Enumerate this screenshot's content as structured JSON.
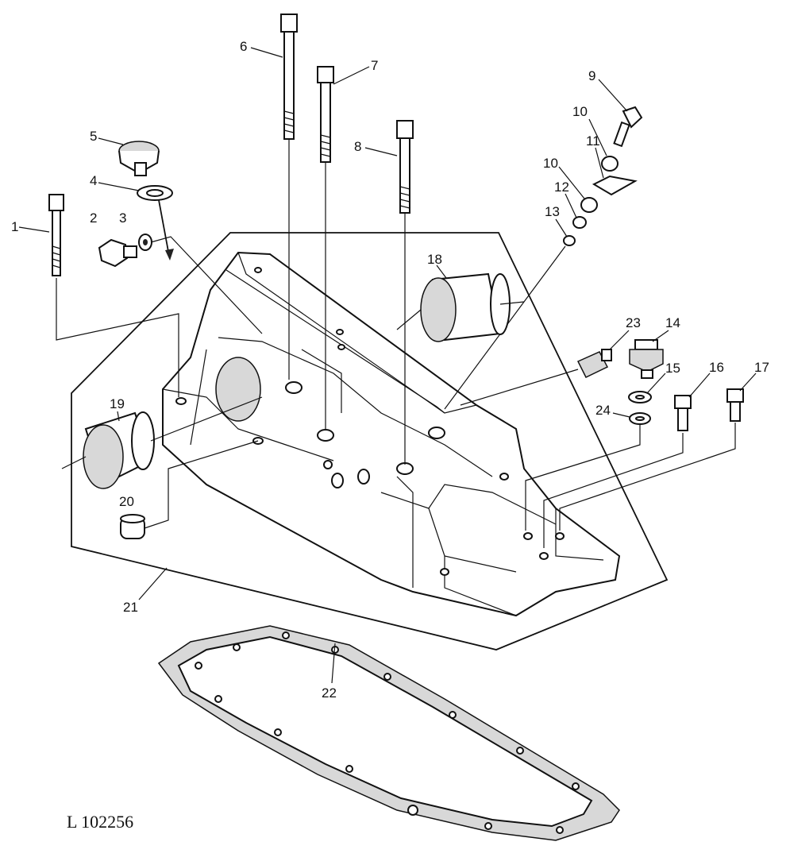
{
  "drawing_ref": "L 102256",
  "callouts": [
    "1",
    "2",
    "3",
    "4",
    "5",
    "6",
    "7",
    "8",
    "9",
    "10",
    "10",
    "11",
    "12",
    "13",
    "14",
    "15",
    "16",
    "17",
    "18",
    "19",
    "20",
    "21",
    "22",
    "23",
    "24"
  ]
}
